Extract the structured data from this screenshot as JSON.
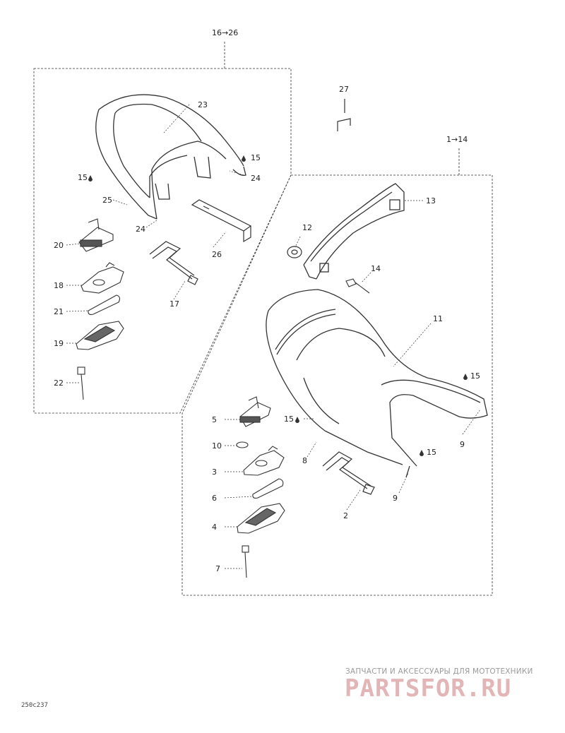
{
  "group_labels": {
    "left": "16→26",
    "right": "1→14",
    "strap": "27"
  },
  "callouts": {
    "c23": "23",
    "c15a": "15",
    "c15b": "15",
    "c24a": "24",
    "c25": "25",
    "c24b": "24",
    "c26": "26",
    "c20": "20",
    "c18": "18",
    "c21": "21",
    "c19": "19",
    "c22": "22",
    "c17": "17",
    "c13": "13",
    "c12": "12",
    "c14": "14",
    "c11": "11",
    "c15c": "15",
    "c15d": "15",
    "c15e": "15",
    "c9a": "9",
    "c8": "8",
    "c9b": "9",
    "c2": "2",
    "c5": "5",
    "c10": "10",
    "c3": "3",
    "c6": "6",
    "c4": "4",
    "c7": "7"
  },
  "watermark": {
    "tagline": "ЗАПЧАСТИ И АКСЕССУАРЫ ДЛЯ МОТОТЕХНИКИ",
    "brand": "PARTSFOR.RU"
  },
  "drawing_code": "250c237",
  "colors": {
    "line": "#333333",
    "watermark_text": "#9a9a9a",
    "watermark_brand": "#e2b6b6"
  }
}
